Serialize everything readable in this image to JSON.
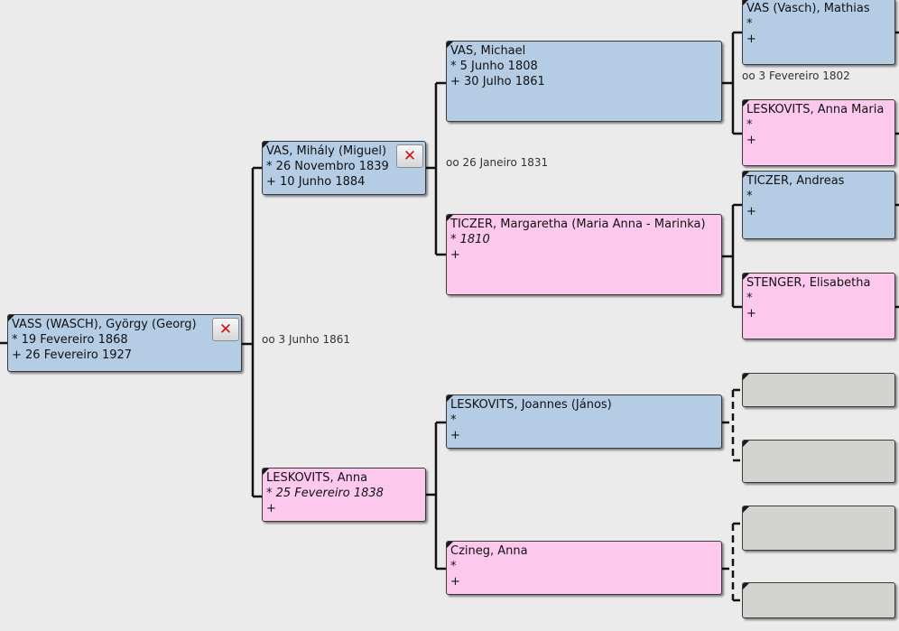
{
  "colors": {
    "male": "#b4cce4",
    "female": "#fdc8ee",
    "empty": "#d3d4cf",
    "close_icon": "#cc1111"
  },
  "close_icon_glyph": "✕",
  "persons": {
    "root": {
      "name": "VASS (WASCH), György (Georg)",
      "birth": "* 19 Fevereiro 1868",
      "death": "+ 26 Fevereiro 1927"
    },
    "father": {
      "name": "VAS, Mihály (Miguel)",
      "birth": "* 26 Novembro 1839",
      "death": "+ 10 Junho 1884"
    },
    "mother": {
      "name": "LESKOVITS, Anna",
      "birth": "* 25 Fevereiro 1838",
      "death": "+"
    },
    "pat_gf": {
      "name": "VAS, Michael",
      "birth": "* 5 Junho 1808",
      "death": "+ 30 Julho 1861"
    },
    "pat_gm": {
      "name": "TICZER, Margaretha (Maria Anna - Marinka)",
      "birth_prefix": "* ",
      "birth_date": "1810",
      "death": "+"
    },
    "mat_gf": {
      "name": "LESKOVITS, Joannes (János)",
      "birth": "*",
      "death": "+"
    },
    "mat_gm": {
      "name": "Czineg, Anna",
      "birth": "*",
      "death": "+"
    },
    "ggf1": {
      "name": "VAS (Vasch), Mathias",
      "birth": "*",
      "death": "+"
    },
    "ggm1": {
      "name": "LESKOVITS, Anna Maria",
      "birth": "*",
      "death": "+"
    },
    "ggf2": {
      "name": "TICZER, Andreas",
      "birth": "*",
      "death": "+"
    },
    "ggm2": {
      "name": "STENGER, Elisabetha",
      "birth": "*",
      "death": "+"
    }
  },
  "marriages": {
    "root_parents": "oo 3 Junho 1861",
    "father_parents": "oo 26 Janeiro 1831",
    "pat_gf_parents": "oo 3 Fevereiro 1802"
  }
}
